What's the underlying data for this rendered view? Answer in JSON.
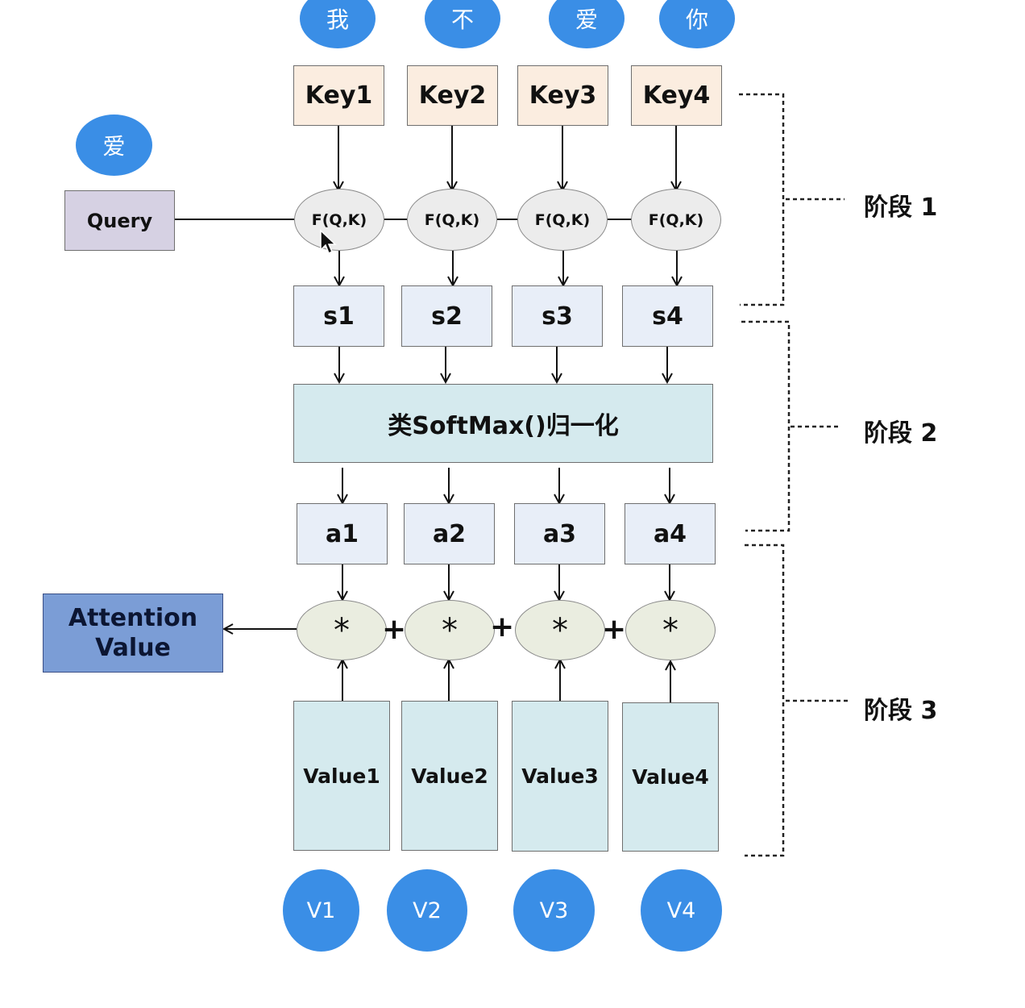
{
  "diagram": {
    "tokens": [
      "我",
      "不",
      "爱",
      "你"
    ],
    "query_token": "爱",
    "query_label": "Query",
    "keys": [
      "Key1",
      "Key2",
      "Key3",
      "Key4"
    ],
    "similarity_fn": "F(Q,K)",
    "scores": [
      "s1",
      "s2",
      "s3",
      "s4"
    ],
    "normalize_label": "类SoftMax()归一化",
    "weights": [
      "a1",
      "a2",
      "a3",
      "a4"
    ],
    "multiply_symbol": "*",
    "plus_symbol": "+",
    "output_label_line1": "Attention",
    "output_label_line2": "Value",
    "values": [
      "Value1",
      "Value2",
      "Value3",
      "Value4"
    ],
    "value_tokens": [
      "V1",
      "V2",
      "V3",
      "V4"
    ],
    "stages": [
      "阶段 1",
      "阶段 2",
      "阶段 3"
    ],
    "colors": {
      "token_circle": "#3a8ee6",
      "key_box": "#fbede0",
      "query_box": "#d6d1e3",
      "score_box": "#e8eef8",
      "softmax_box": "#d5eaee",
      "value_box": "#d5eaee",
      "attention_box": "#7b9dd6",
      "mult_ellipse": "#eaede0",
      "fqk_ellipse": "#ececec"
    }
  }
}
